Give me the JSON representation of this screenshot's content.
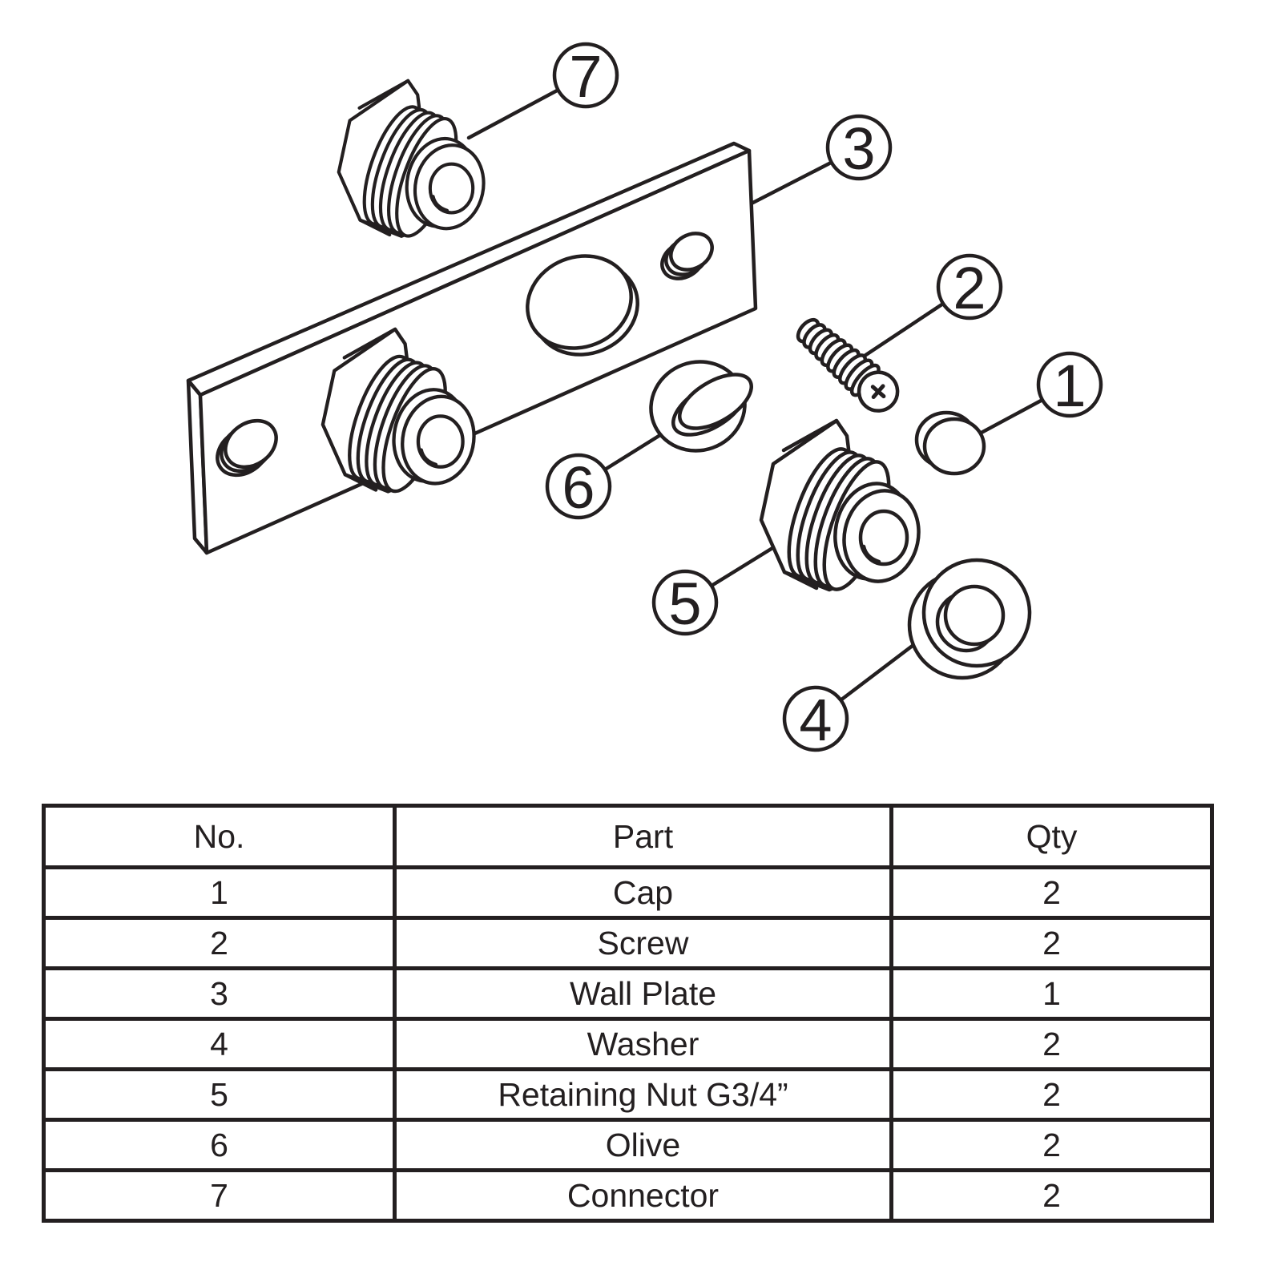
{
  "diagram": {
    "description": "Exploded parts diagram of a wall plate fixing set",
    "callouts": [
      {
        "label": "7"
      },
      {
        "label": "3"
      },
      {
        "label": "2"
      },
      {
        "label": "1"
      },
      {
        "label": "6"
      },
      {
        "label": "5"
      },
      {
        "label": "4"
      }
    ]
  },
  "table": {
    "headers": [
      "No.",
      "Part",
      "Qty"
    ],
    "rows": [
      [
        "1",
        "Cap",
        "2"
      ],
      [
        "2",
        "Screw",
        "2"
      ],
      [
        "3",
        "Wall Plate",
        "1"
      ],
      [
        "4",
        "Washer",
        "2"
      ],
      [
        "5",
        "Retaining Nut G3/4”",
        "2"
      ],
      [
        "6",
        "Olive",
        "2"
      ],
      [
        "7",
        "Connector",
        "2"
      ]
    ]
  },
  "colors": {
    "line": "#231f20",
    "background": "#ffffff"
  }
}
